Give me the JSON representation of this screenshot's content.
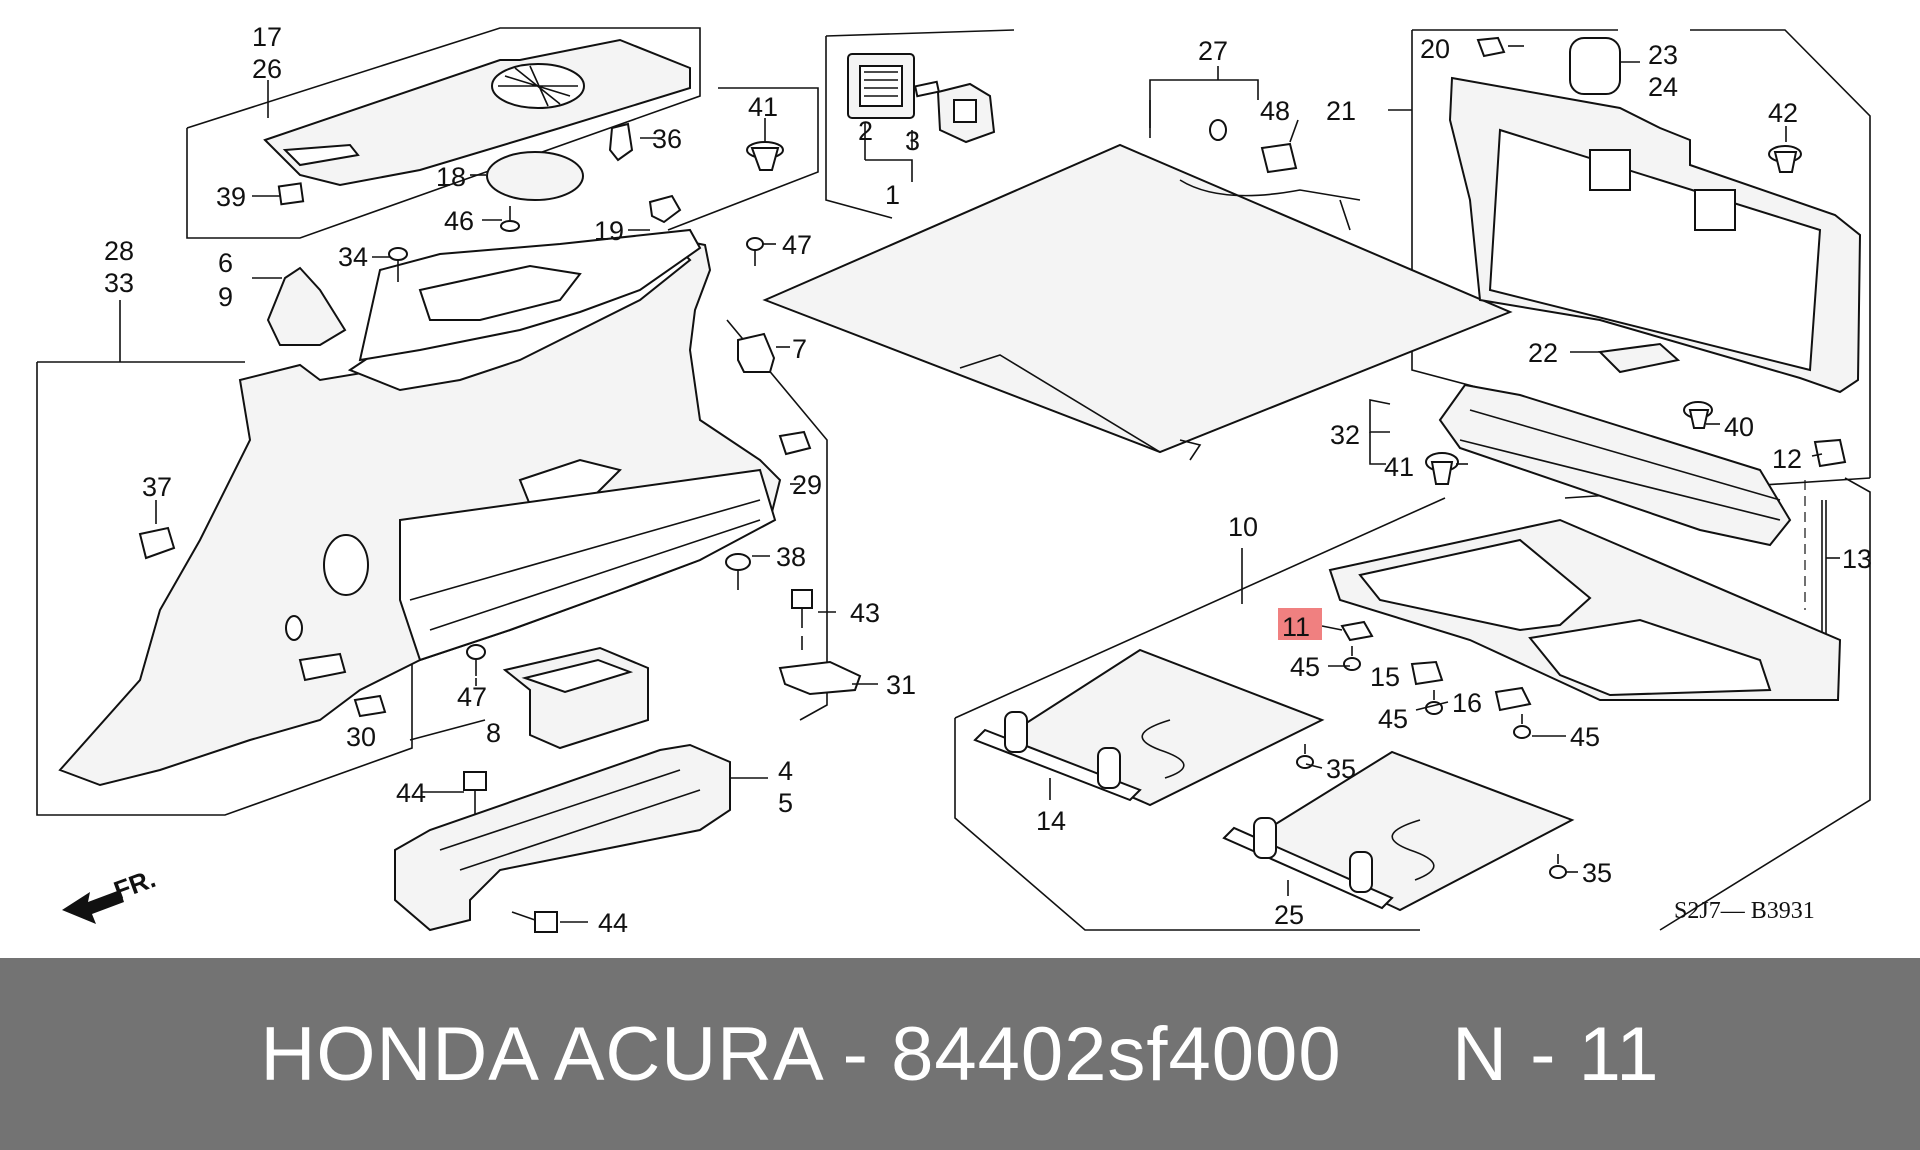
{
  "diagram": {
    "drawing_code": "S2J7— B3931",
    "direction_label": "FR.",
    "highlight_color": "#f08080",
    "highlighted_callout": "11",
    "callouts": {
      "c17": "17",
      "c26": "26",
      "c36": "36",
      "c18": "18",
      "c39": "39",
      "c46": "46",
      "c41a": "41",
      "c2": "2",
      "c3": "3",
      "c1": "1",
      "c19": "19",
      "c47a": "47",
      "c7": "7",
      "c29": "29",
      "c28": "28",
      "c33": "33",
      "c6": "6",
      "c9": "9",
      "c34": "34",
      "c37": "37",
      "c38": "38",
      "c43": "43",
      "c31": "31",
      "c47b": "47",
      "c8": "8",
      "c30": "30",
      "c44a": "44",
      "c4": "4",
      "c5": "5",
      "c44b": "44",
      "c27": "27",
      "c48": "48",
      "c21": "21",
      "c20": "20",
      "c23": "23",
      "c24": "24",
      "c42": "42",
      "c22": "22",
      "c40": "40",
      "c32": "32",
      "c41b": "41",
      "c12": "12",
      "c10": "10",
      "c13": "13",
      "c11": "11",
      "c45a": "45",
      "c15": "15",
      "c16": "16",
      "c45b": "45",
      "c45c": "45",
      "c35a": "35",
      "c14": "14",
      "c35b": "35",
      "c25": "25"
    }
  },
  "footer": {
    "text": "HONDA ACURA - 84402sf4000     N - 11"
  }
}
